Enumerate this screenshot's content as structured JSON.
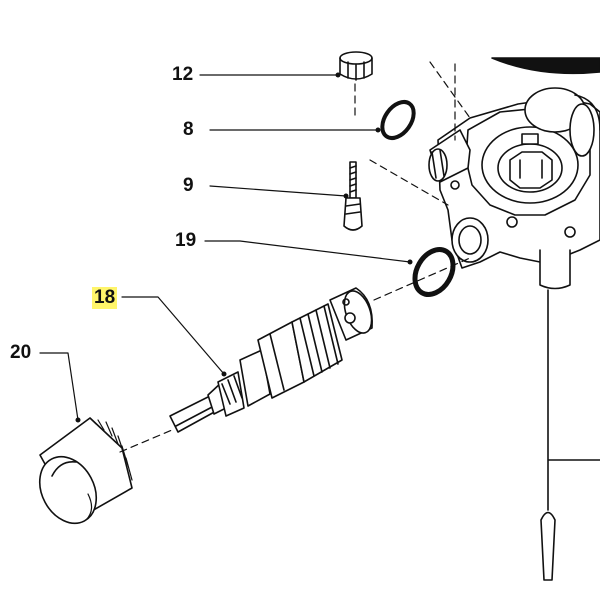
{
  "callouts": [
    {
      "id": "12",
      "label": "12",
      "highlight": false
    },
    {
      "id": "8",
      "label": "8",
      "highlight": false
    },
    {
      "id": "9",
      "label": "9",
      "highlight": false
    },
    {
      "id": "19",
      "label": "19",
      "highlight": false
    },
    {
      "id": "18",
      "label": "18",
      "highlight": true
    },
    {
      "id": "20",
      "label": "20",
      "highlight": false
    }
  ],
  "colors": {
    "line": "#111111",
    "fill": "#ffffff",
    "highlight": "#fff56a",
    "shade": "#cfcfcf"
  }
}
